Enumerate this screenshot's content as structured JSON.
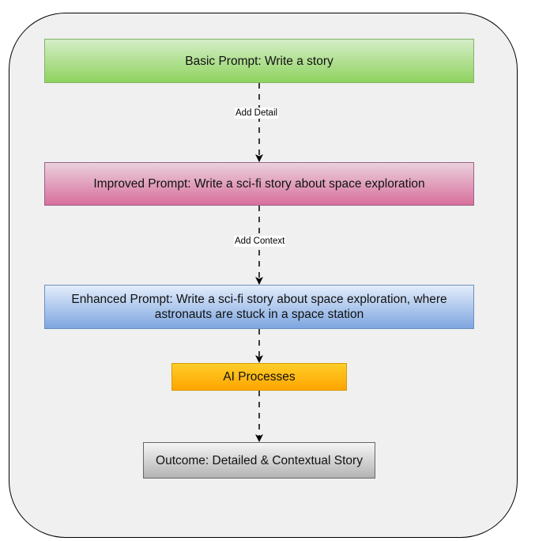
{
  "diagram": {
    "nodes": {
      "basic": "Basic Prompt: Write a story",
      "improved": "Improved Prompt: Write a sci-fi story about space exploration",
      "enhanced": "Enhanced Prompt: Write a sci-fi story about space exploration, where astronauts are stuck in a space station",
      "ai": "AI Processes",
      "outcome": "Outcome: Detailed & Contextual Story"
    },
    "edges": [
      {
        "from": "basic",
        "to": "improved",
        "label": "Add Detail"
      },
      {
        "from": "improved",
        "to": "enhanced",
        "label": "Add Context"
      },
      {
        "from": "enhanced",
        "to": "ai",
        "label": ""
      },
      {
        "from": "ai",
        "to": "outcome",
        "label": ""
      }
    ],
    "colors": {
      "basic_fill": "#8fd35f",
      "improved_fill": "#d86f9c",
      "enhanced_fill": "#7ea6e0",
      "ai_fill": "#ffa500",
      "outcome_fill": "#b3b3b3",
      "container_fill": "#f0f0f0"
    }
  }
}
